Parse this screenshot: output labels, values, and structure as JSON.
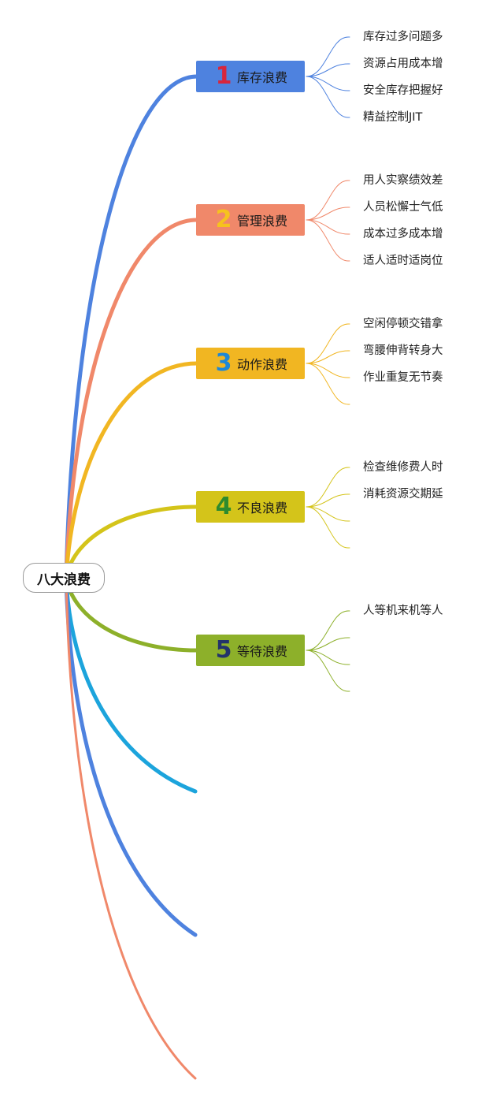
{
  "root": {
    "label": "八大浪费"
  },
  "topics": [
    {
      "number": "1",
      "label": "库存浪费",
      "color": "#4e82df",
      "number_color": "#d7263d",
      "leaves": [
        "库存过多问题多",
        "资源占用成本增",
        "安全库存把握好",
        "精益控制JIT"
      ]
    },
    {
      "number": "2",
      "label": "管理浪费",
      "color": "#f0886a",
      "number_color": "#f6c21e",
      "leaves": [
        "用人实察绩效差",
        "人员松懈士气低",
        "成本过多成本增",
        "适人适时适岗位"
      ]
    },
    {
      "number": "3",
      "label": "动作浪费",
      "color": "#f1b622",
      "number_color": "#1e88d6",
      "leaves": [
        "空闲停顿交错拿",
        "弯腰伸背转身大",
        "作业重复无节奏",
        ""
      ]
    },
    {
      "number": "4",
      "label": "不良浪费",
      "color": "#d4c41a",
      "number_color": "#2e8b2e",
      "leaves": [
        "检查维修费人时",
        "消耗资源交期延",
        "",
        ""
      ]
    },
    {
      "number": "5",
      "label": "等待浪费",
      "color": "#8db02a",
      "number_color": "#23336b",
      "leaves": [
        "人等机来机等人",
        "",
        "",
        ""
      ]
    }
  ],
  "extra_branches": [
    {
      "color": "#1ca4dc"
    },
    {
      "color": "#4e82df"
    },
    {
      "color": "#f0886a"
    }
  ]
}
